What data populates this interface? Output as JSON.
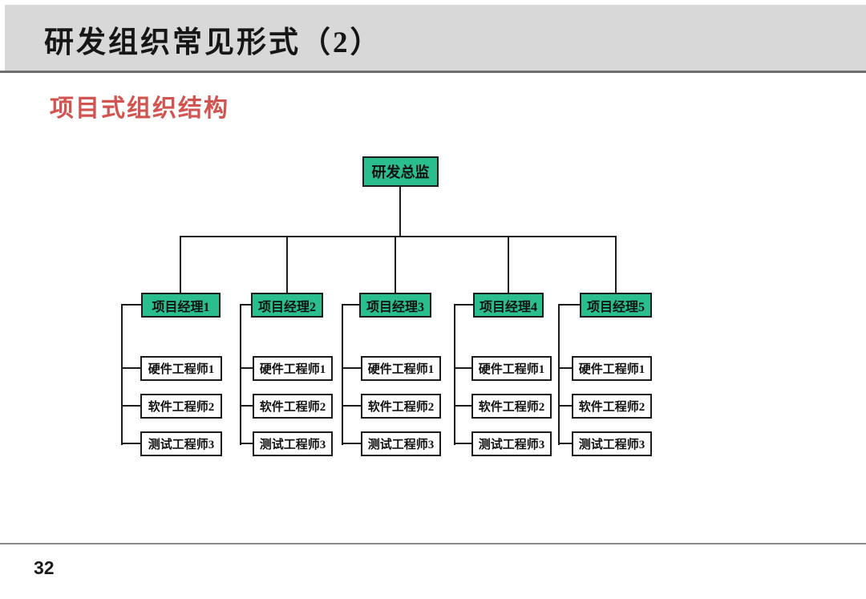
{
  "slide": {
    "title": "研发组织常见形式（2）",
    "subtitle": "项目式组织结构",
    "page_number": "32"
  },
  "org_chart": {
    "root": "研发总监",
    "managers": [
      "项目经理1",
      "项目经理2",
      "项目经理3",
      "项目经理4",
      "项目经理5"
    ],
    "reports_per_manager": [
      "硬件工程师1",
      "软件工程师2",
      "测试工程师3"
    ]
  },
  "colors": {
    "node_green": "#2abd8e",
    "node_border": "#1c1c1c",
    "header_gray": "#d8d8d8",
    "header_rule_gray": "#6e6e6e",
    "footer_rule_gray": "#8a8a8a",
    "subtitle_red": "#d25450",
    "title_black": "#161616"
  }
}
